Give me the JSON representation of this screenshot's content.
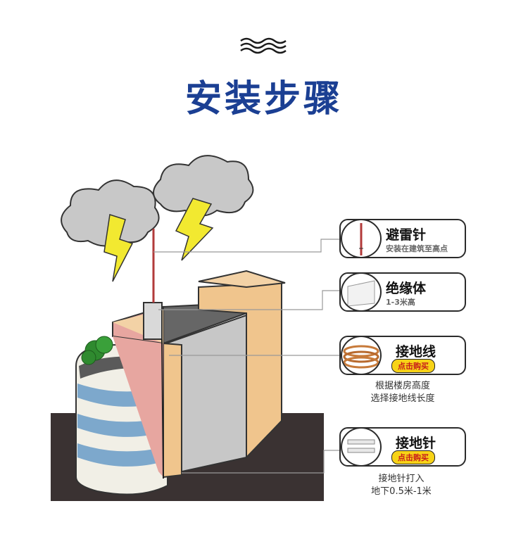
{
  "title": "安装步骤",
  "icons": {
    "wave": "wave-icon",
    "cloud": "cloud-icon",
    "lightning": "lightning-icon"
  },
  "colors": {
    "title": "#1b3f93",
    "buy_bg": "#f7d317",
    "buy_text": "#c71a1a"
  },
  "cards": {
    "rod": {
      "name": "避雷针",
      "sub": "安装在建筑至高点"
    },
    "insulator": {
      "name": "绝缘体",
      "sub": "1-3米高"
    },
    "wire": {
      "name": "接地线",
      "buy": "点击购买"
    },
    "ground": {
      "name": "接地针",
      "buy": "点击购买"
    }
  },
  "notes": {
    "wire": [
      "根据楼房高度",
      "选择接地线长度"
    ],
    "ground": [
      "接地针打入",
      "地下0.5米-1米"
    ]
  }
}
